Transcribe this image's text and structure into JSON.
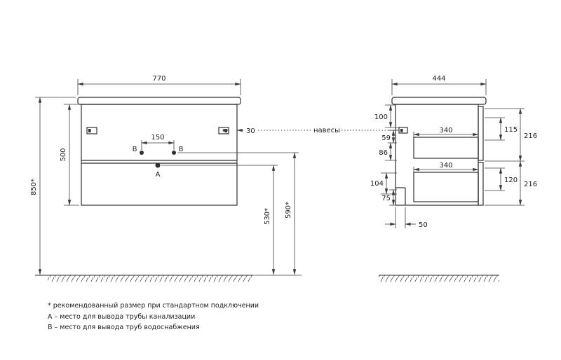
{
  "front_view": {
    "dim_width": "770",
    "dim_height": "500",
    "dim_total_height": "850*",
    "dim_outlet_spacing": "150",
    "dim_bracket_offset": "30",
    "dim_a_height": "530*",
    "dim_b_height": "590*",
    "label_a": "A",
    "label_b_left": "B",
    "label_b_right": "B"
  },
  "side_view": {
    "dim_depth": "444",
    "dim_100": "100",
    "dim_59": "59",
    "dim_86": "86",
    "dim_104": "104",
    "dim_75": "75",
    "dim_drawer_top": "340",
    "dim_drawer_bottom": "340",
    "dim_115": "115",
    "dim_216_top": "216",
    "dim_120": "120",
    "dim_216_bottom": "216",
    "dim_50": "50"
  },
  "annotations": {
    "hangers": "навесы",
    "footnote_asterisk": "* рекомендованный размер при стандартном подключении",
    "footnote_a": "A – место для вывода трубы канализации",
    "footnote_b": "B – место для вывода труб водоснабжения"
  }
}
